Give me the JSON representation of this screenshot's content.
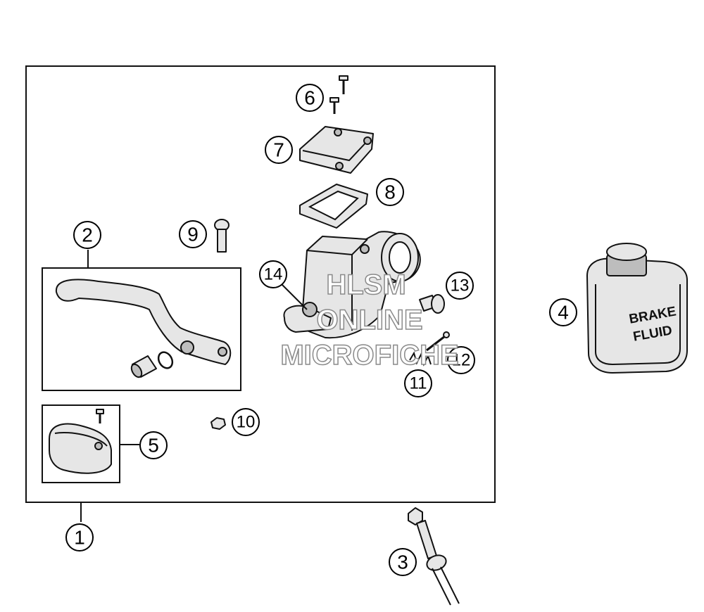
{
  "callouts": [
    "1",
    "2",
    "3",
    "4",
    "5",
    "6",
    "7",
    "8",
    "9",
    "10",
    "11",
    "12",
    "13",
    "14"
  ],
  "can_label": {
    "line1": "BRAKE",
    "line2": "FLUID"
  },
  "watermark": {
    "line1": "HLSM",
    "line2": "ONLINE",
    "line3": "MICROFICHE"
  }
}
